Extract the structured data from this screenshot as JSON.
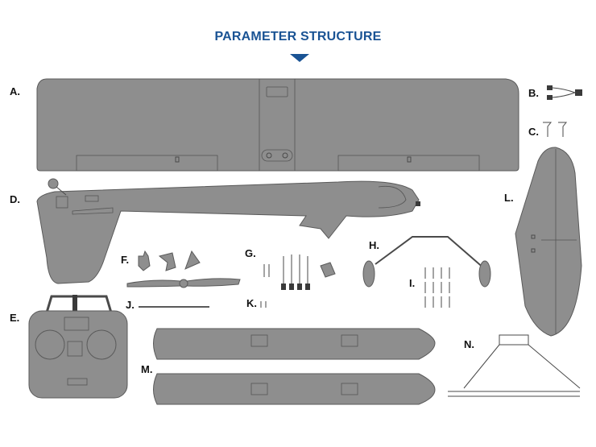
{
  "header": {
    "title": "PARAMETER STRUCTURE"
  },
  "colors": {
    "title": "#1a5394",
    "part_fill": "#8e8e8e",
    "part_stroke": "#5a5a5a",
    "accent_detail": "#3a3a3a"
  },
  "labels": {
    "a": "A.",
    "b": "B.",
    "c": "C.",
    "d": "D.",
    "e": "E.",
    "f": "F.",
    "g": "G.",
    "h": "H.",
    "i": "I.",
    "j": "J.",
    "k": "K.",
    "l": "L.",
    "m": "M.",
    "n": "N."
  }
}
